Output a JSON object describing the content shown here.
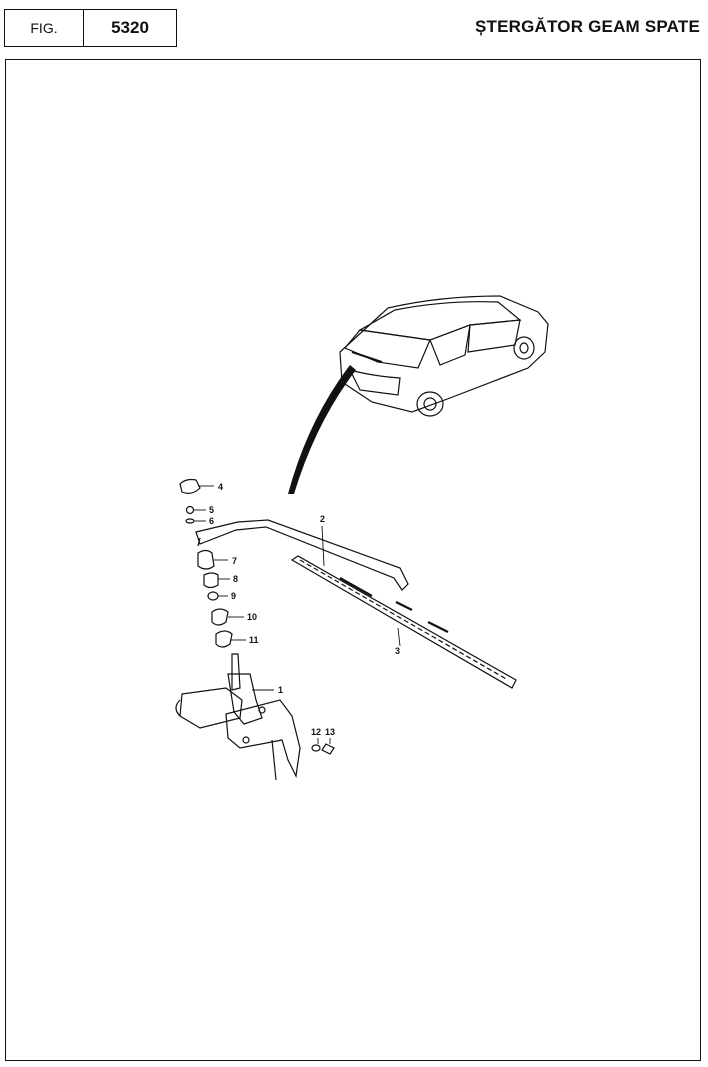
{
  "header": {
    "fig_label": "FIG.",
    "fig_number": "5320",
    "title": "ȘTERGĂTOR GEAM SPATE"
  },
  "diagram": {
    "callouts": [
      "1",
      "2",
      "3",
      "4",
      "5",
      "6",
      "7",
      "8",
      "9",
      "10",
      "11",
      "12",
      "13"
    ]
  }
}
